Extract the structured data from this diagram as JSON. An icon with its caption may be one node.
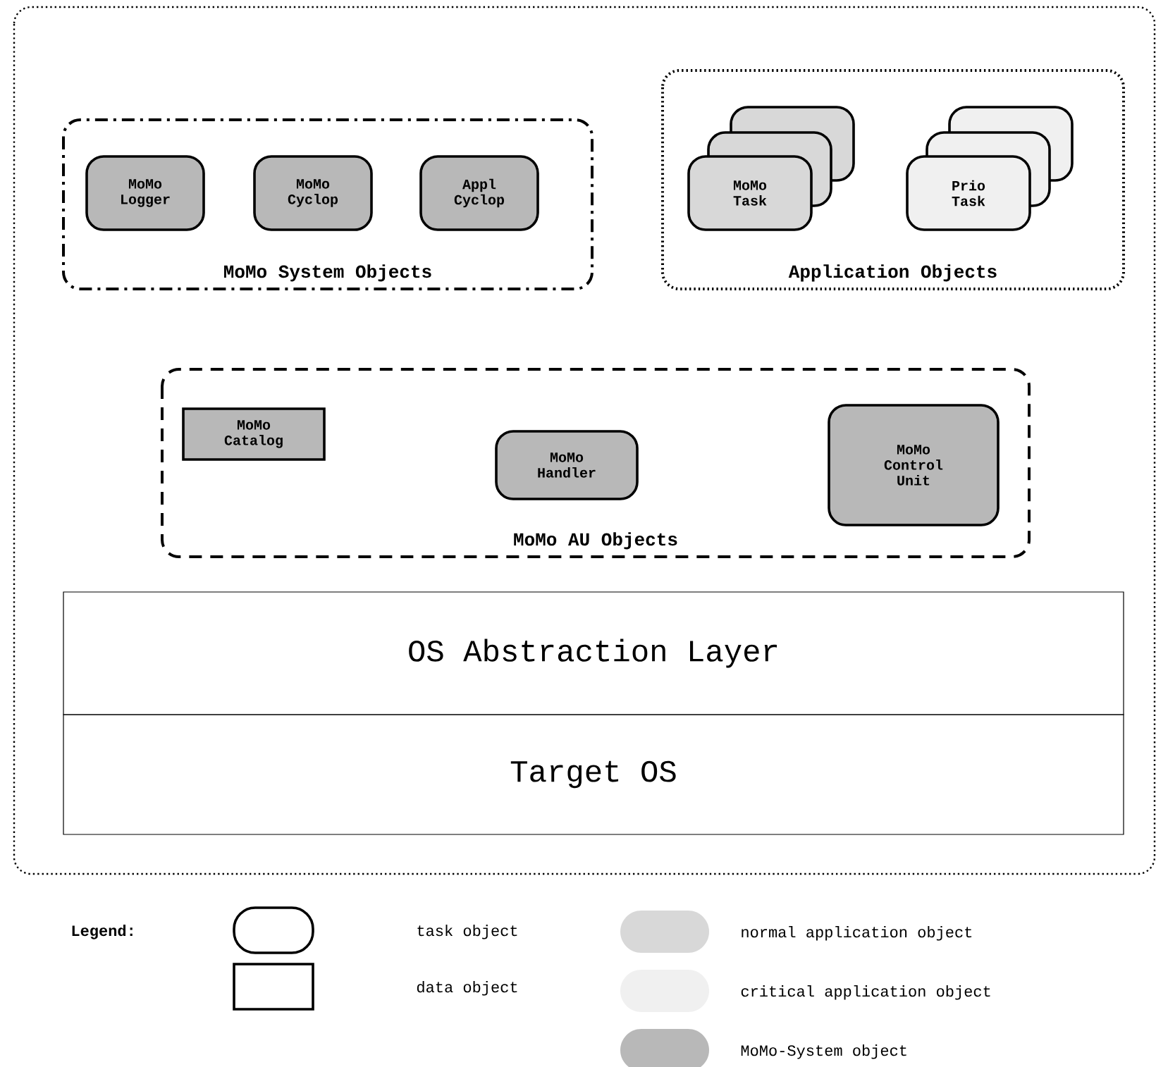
{
  "diagram": {
    "nodes": [
      {
        "text": [],
        "shape": "box"
      },
      {
        "text": [
          "MoMo System Objects"
        ],
        "in": 0
      },
      {
        "text": [
          "MoMo Logger"
        ],
        "in": 1
      },
      {
        "text": [
          "MoMo Cyclop"
        ],
        "in": 1
      },
      {
        "text": [
          "Appl Cyclop"
        ],
        "in": 1
      },
      {
        "text": [
          "Application Objects"
        ],
        "in": 0
      },
      {
        "text": [
          "MoMo Task"
        ],
        "in": 5
      },
      {
        "text": [
          "Prio Task"
        ],
        "in": 5
      },
      {
        "text": [
          "MoMo AU Objects"
        ],
        "in": 0
      },
      {
        "text": [
          "MoMo Catalog"
        ],
        "in": 8
      },
      {
        "text": [
          "MoMo Handler"
        ],
        "in": 8
      },
      {
        "text": [
          "MoMo Control Unit"
        ],
        "in": 8
      },
      {
        "text": [
          "OS Abstraction Layer"
        ],
        "in": 0
      },
      {
        "text": [
          "Target OS"
        ],
        "in": 0
      }
    ],
    "labels": [
      "Legend:"
    ],
    "legend": [
      {
        "text": "task object"
      },
      {
        "text": "data object"
      },
      {
        "text": "normal application object",
        "color": "#d8d8d8"
      },
      {
        "text": "critical application object",
        "color": "#f0f0f0"
      },
      {
        "text": "MoMo-System object",
        "color": "#b8b8b8"
      }
    ]
  }
}
